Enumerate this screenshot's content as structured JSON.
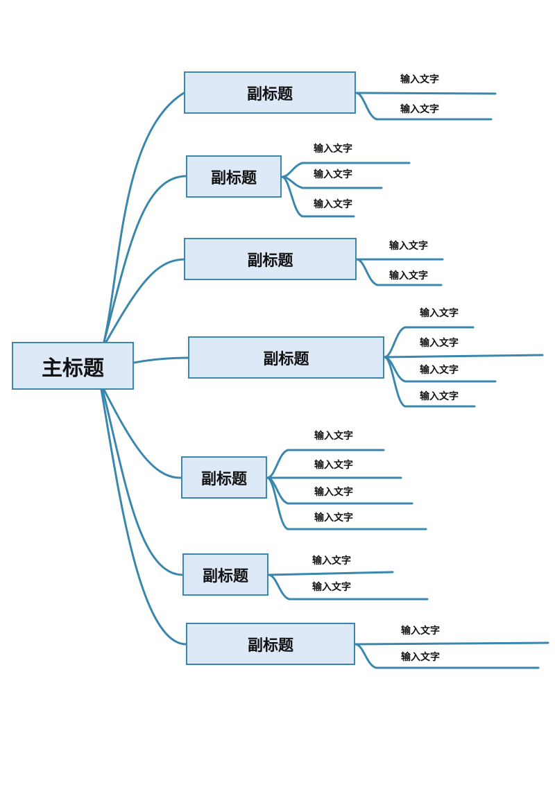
{
  "root_label": "主标题",
  "branches": [
    {
      "label": "副标题",
      "leaves": [
        "输入文字",
        "输入文字"
      ]
    },
    {
      "label": "副标题",
      "leaves": [
        "输入文字",
        "输入文字",
        "输入文字"
      ]
    },
    {
      "label": "副标题",
      "leaves": [
        "输入文字",
        "输入文字"
      ]
    },
    {
      "label": "副标题",
      "leaves": [
        "输入文字",
        "输入文字",
        "输入文字",
        "输入文字"
      ]
    },
    {
      "label": "副标题",
      "leaves": [
        "输入文字",
        "输入文字",
        "输入文字",
        "输入文字"
      ]
    },
    {
      "label": "副标题",
      "leaves": [
        "输入文字",
        "输入文字"
      ]
    },
    {
      "label": "副标题",
      "leaves": [
        "输入文字",
        "输入文字"
      ]
    }
  ],
  "colors": {
    "line": "#3a87ad",
    "box_fill": "#dde9f6",
    "box_border": "#3a87ad"
  }
}
